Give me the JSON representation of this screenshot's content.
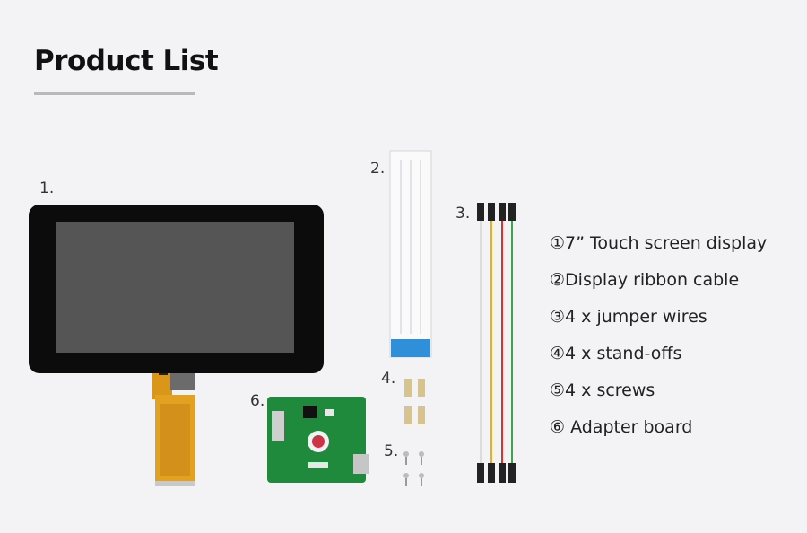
{
  "header": {
    "title": "Product List"
  },
  "figure_numbers": {
    "screen": "1.",
    "ribbon": "2.",
    "wires": "3.",
    "standoffs": "4.",
    "screws": "5.",
    "adapter": "6."
  },
  "list": [
    "①7” Touch screen display",
    "②Display ribbon cable",
    "③4 x jumper wires",
    "④4 x stand-offs",
    "⑤4 x screws",
    "⑥ Adapter board"
  ],
  "colors": {
    "background": "#f3f3f5",
    "screen_bezel": "#0c0c0c",
    "screen_panel": "#555555",
    "flex_cable": "#e2a11e",
    "ribbon_blue": "#2f8fd8",
    "pcb_green": "#1f8a3c",
    "wire_red": "#e0322d",
    "wire_yellow": "#e6b11e",
    "wire_green": "#3aa54a",
    "wire_white": "#dcdcdc"
  }
}
